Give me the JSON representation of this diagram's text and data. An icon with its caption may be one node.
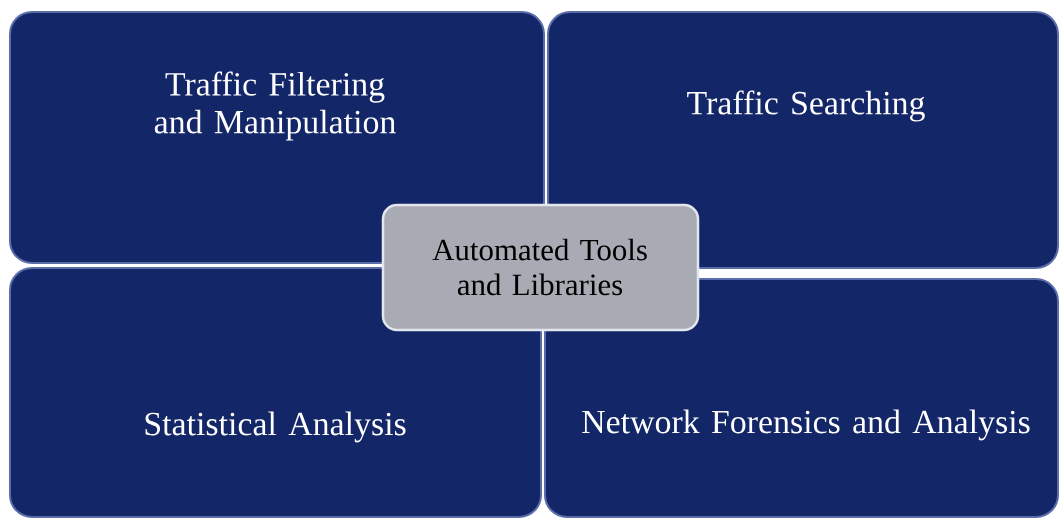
{
  "diagram": {
    "nodes": [
      {
        "text": [
          "Traffic Filtering and Manipulation"
        ]
      },
      {
        "text": [
          "Traffic Searching"
        ]
      },
      {
        "text": [
          "Automated Tools and Libraries"
        ]
      },
      {
        "text": [
          "Statistical Analysis"
        ]
      },
      {
        "text": [
          "Network Forensics and Analysis"
        ]
      }
    ]
  }
}
